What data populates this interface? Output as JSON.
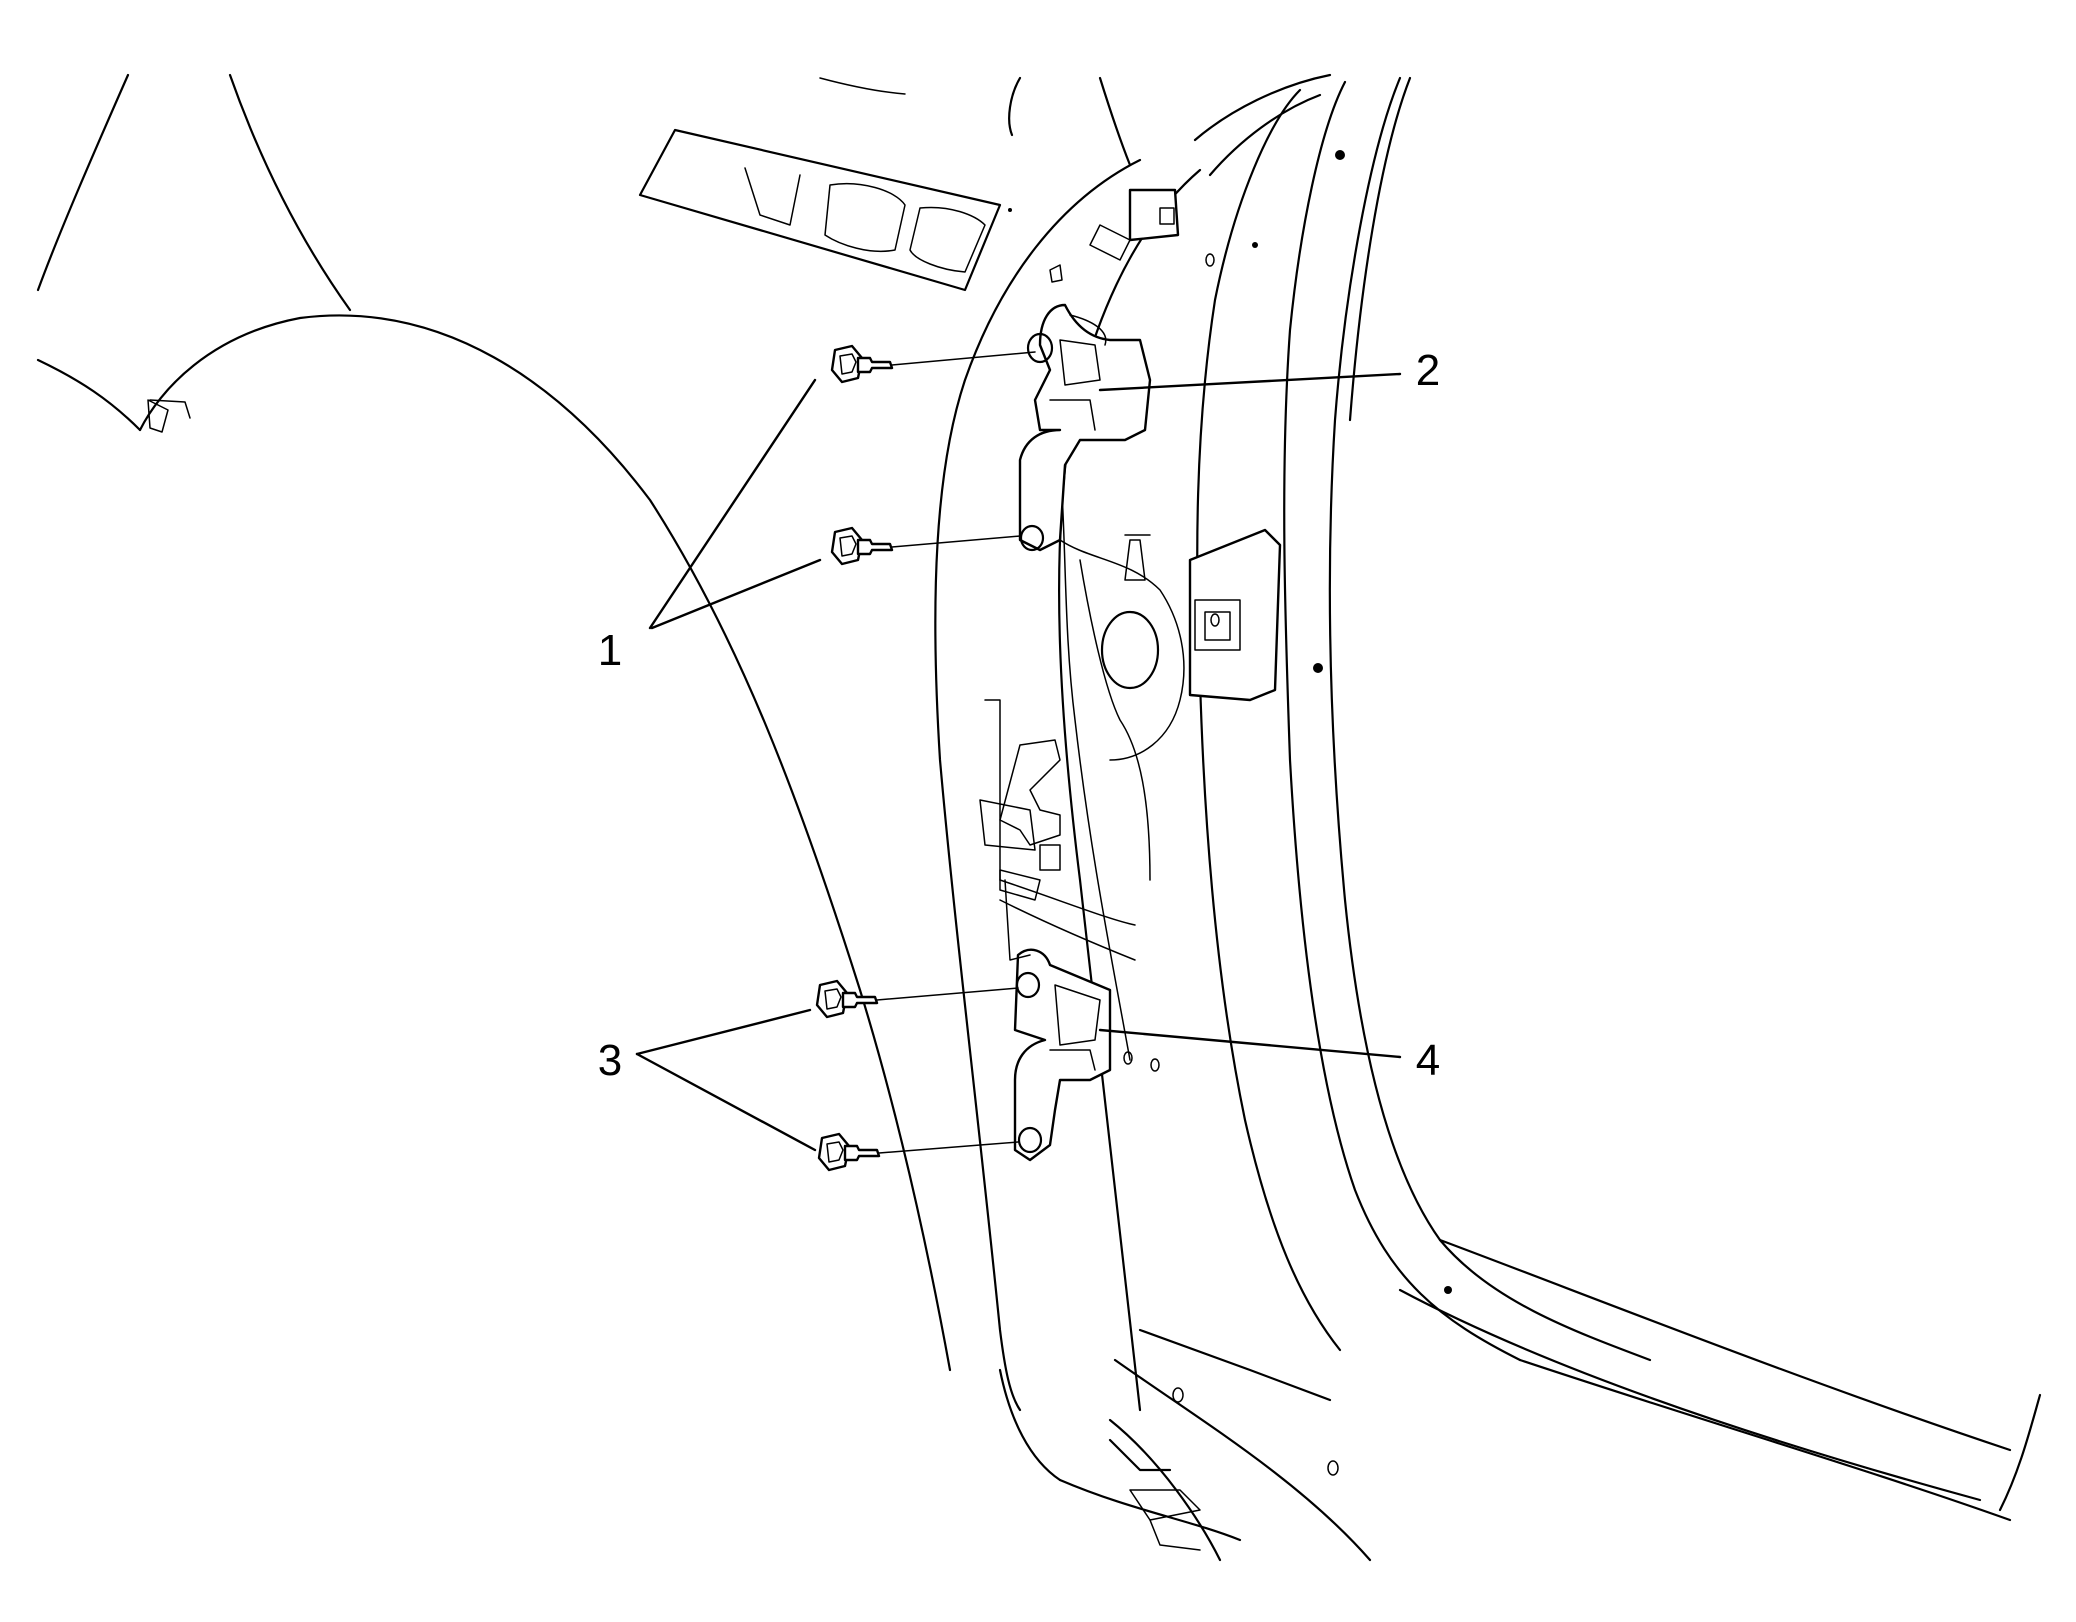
{
  "callouts": {
    "one": "1",
    "two": "2",
    "three": "3",
    "four": "4"
  }
}
